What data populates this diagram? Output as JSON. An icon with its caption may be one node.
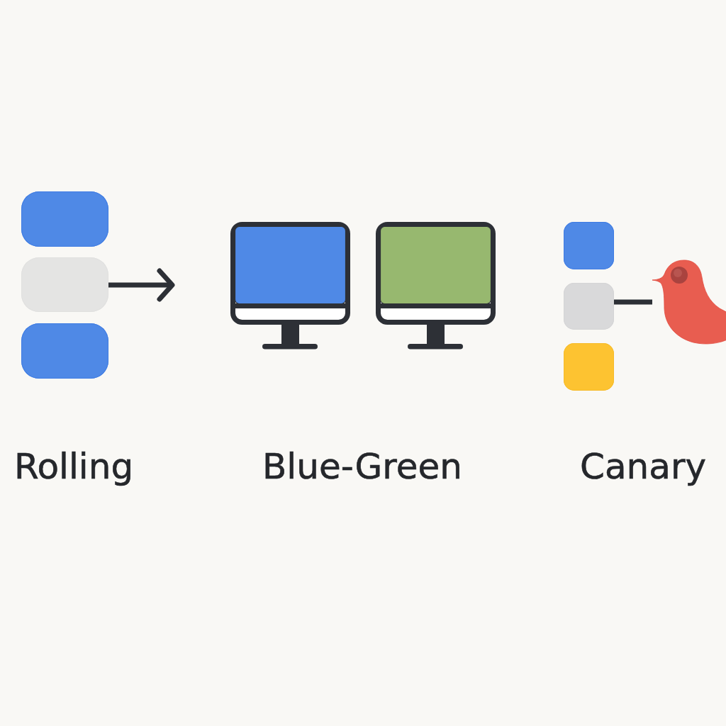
{
  "diagram": {
    "nodes": [
      {
        "text": [],
        "shape": "box"
      },
      {
        "text": [],
        "shape": "box"
      },
      {
        "text": [],
        "shape": "box"
      },
      {
        "text": [],
        "shape": "monitor"
      },
      {
        "text": [],
        "shape": "monitor"
      },
      {
        "text": [],
        "shape": "box"
      },
      {
        "text": [],
        "shape": "box"
      },
      {
        "text": [],
        "shape": "box"
      },
      {
        "text": [],
        "shape": "bird"
      }
    ],
    "edges": [
      {
        "from": 1,
        "to": null,
        "arrow": "to"
      },
      {
        "from": 6,
        "to": 8,
        "arrow": "none"
      }
    ],
    "labels": [
      "Rolling",
      "Blue-Green",
      "Canary"
    ]
  }
}
